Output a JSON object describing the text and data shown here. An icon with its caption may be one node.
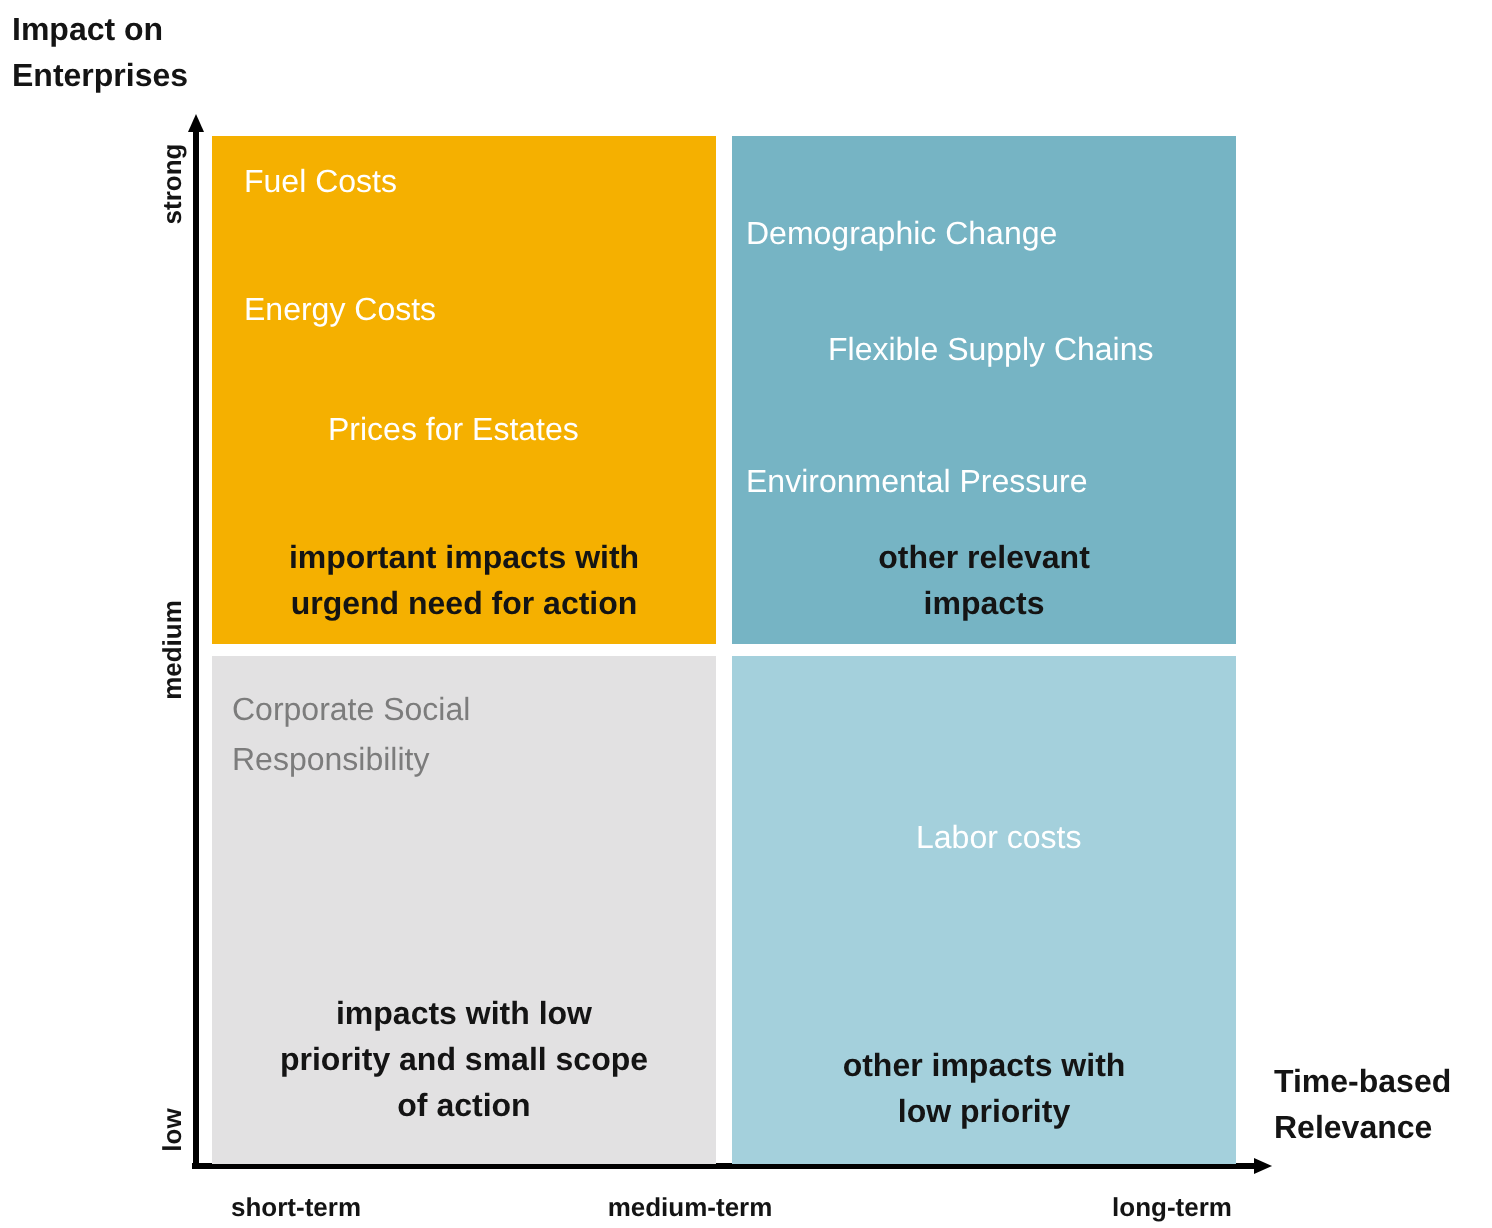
{
  "diagram": {
    "nodes": [
      {
        "text": [
          "Fuel Costs",
          "Energy Costs",
          "Prices for Estates",
          "important impacts with urgend need for action"
        ]
      },
      {
        "text": [
          "Demographic Change",
          "Flexible Supply Chains",
          "Environmental Pressure",
          "other relevant impacts"
        ]
      },
      {
        "text": [
          "Corporate Social Responsibility",
          "impacts with low priority and small scope of action"
        ]
      },
      {
        "text": [
          "Labor costs",
          "other impacts with low priority"
        ]
      }
    ],
    "edges": [],
    "labels": [
      "Impact on Enterprises",
      "strong",
      "medium",
      "low",
      "Time-based Relevance",
      "short-term",
      "medium-term",
      "long-term"
    ]
  }
}
